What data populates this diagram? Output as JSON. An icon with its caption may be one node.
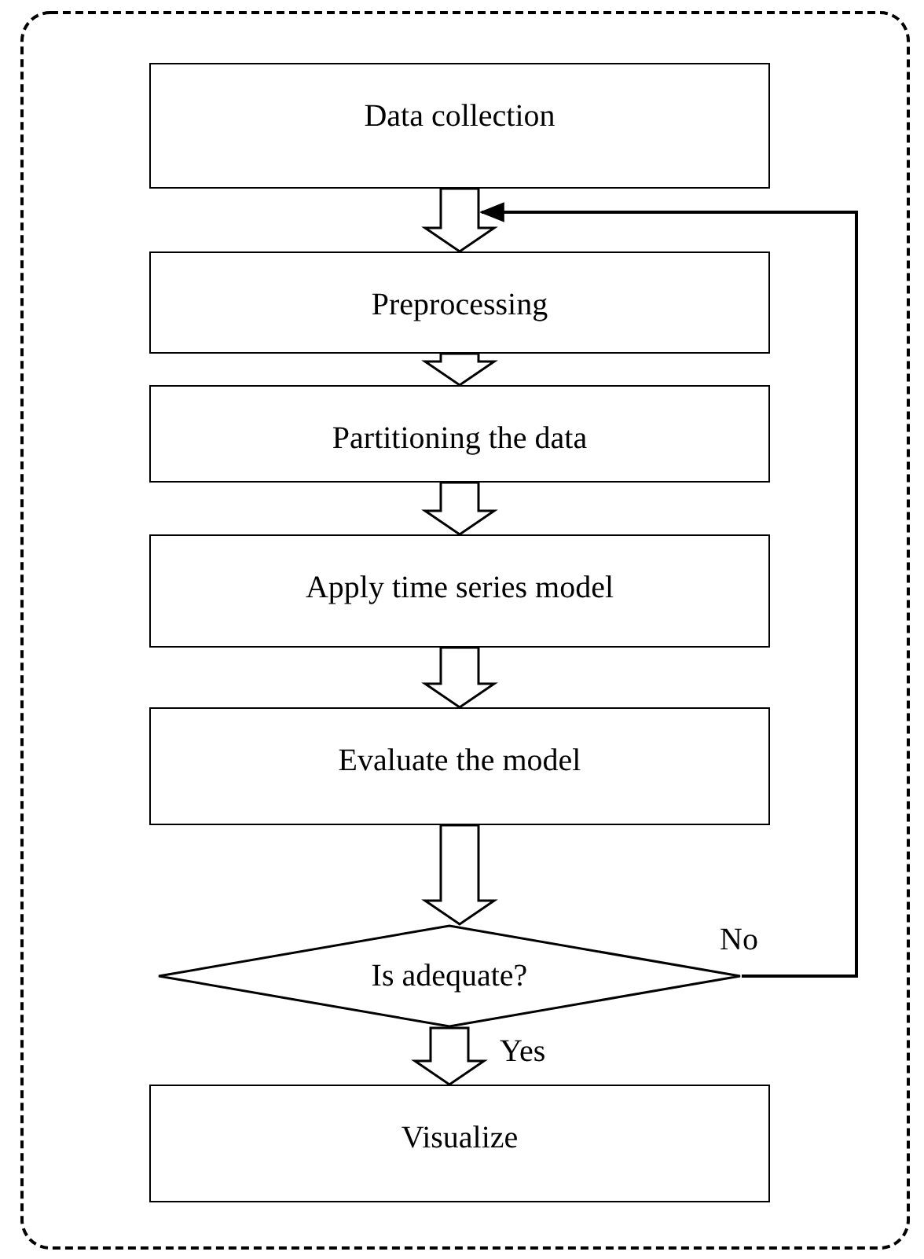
{
  "diagram": {
    "nodes": [
      {
        "text": [
          "Data collection"
        ]
      },
      {
        "text": [
          "Preprocessing"
        ]
      },
      {
        "text": [
          "Partitioning the data"
        ]
      },
      {
        "text": [
          "Apply time series model"
        ]
      },
      {
        "text": [
          "Evaluate the model"
        ]
      },
      {
        "text": [
          "Is adequate?"
        ]
      },
      {
        "text": [
          "Visualize"
        ]
      }
    ],
    "edges": [
      {
        "from": 0,
        "to": 1,
        "arrow": "to"
      },
      {
        "from": 1,
        "to": 2,
        "arrow": "to"
      },
      {
        "from": 2,
        "to": 3,
        "arrow": "to"
      },
      {
        "from": 3,
        "to": 4,
        "arrow": "to"
      },
      {
        "from": 4,
        "to": 5,
        "arrow": "to"
      },
      {
        "from": 5,
        "to": 6,
        "arrow": "to",
        "label": "Yes"
      },
      {
        "from": 5,
        "to": 1,
        "arrow": "to",
        "label": "No"
      }
    ]
  }
}
